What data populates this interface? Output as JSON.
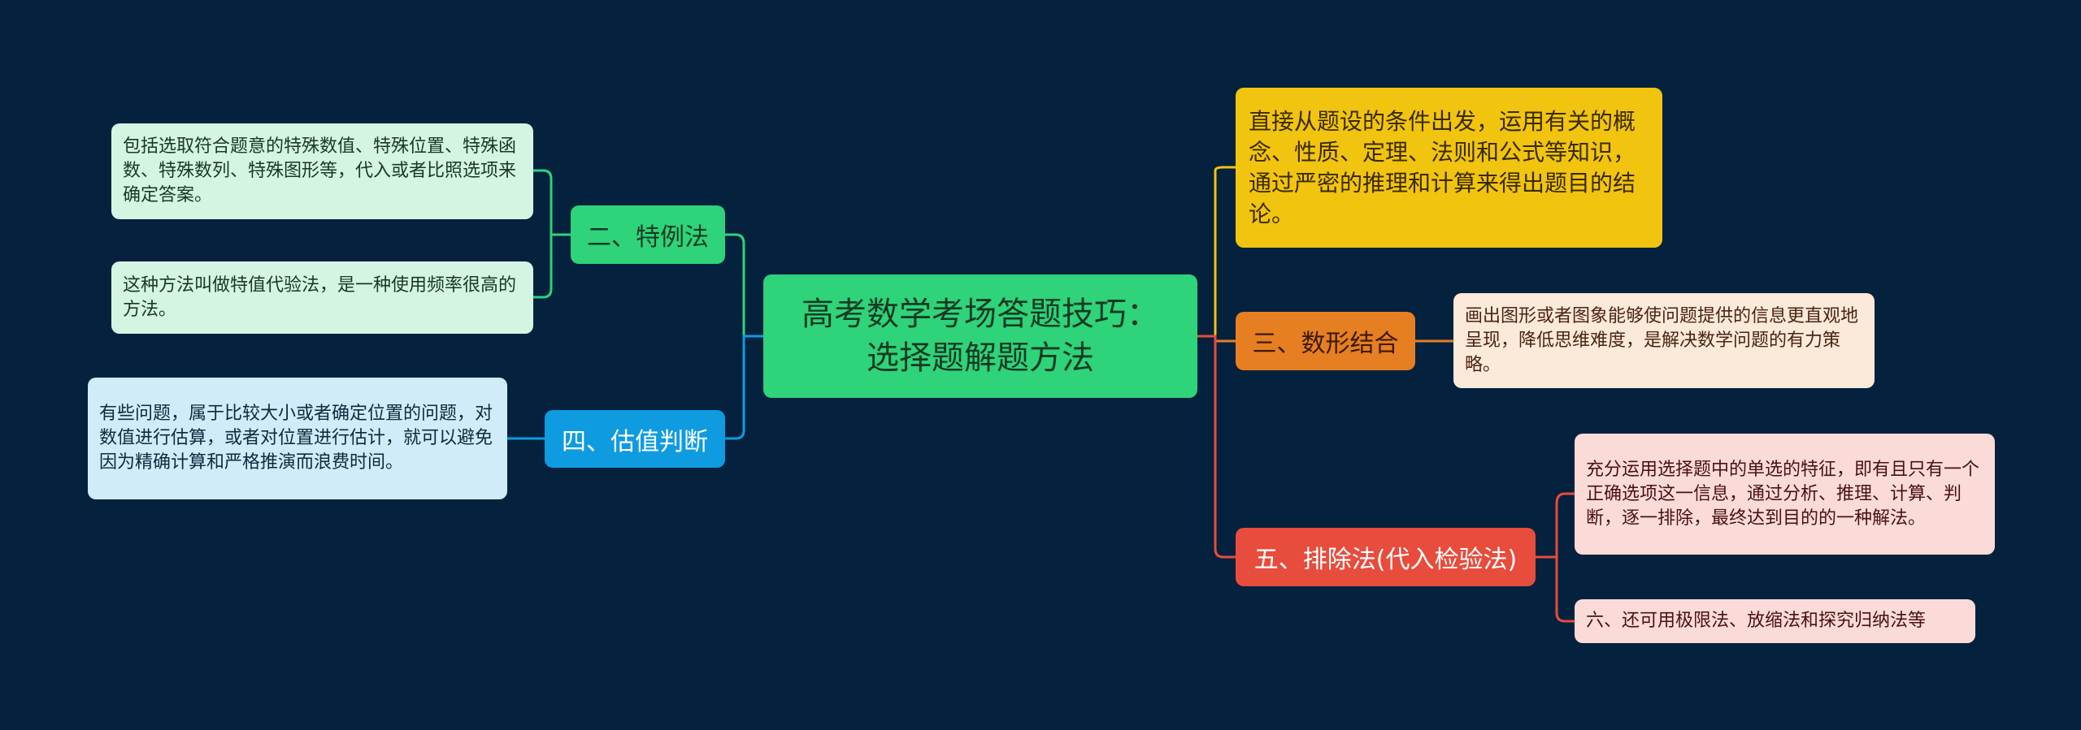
{
  "center": {
    "title": "高考数学考场答题技巧：选择题解题方法"
  },
  "branches": {
    "b1": {
      "label": "",
      "text": "直接从题设的条件出发，运用有关的概念、性质、定理、法则和公式等知识，通过严密的推理和计算来得出题目的结论。",
      "color": "#f1c40f"
    },
    "b2": {
      "label": "二、特例法",
      "desc1": "包括选取符合题意的特殊数值、特殊位置、特殊函数、特殊数列、特殊图形等，代入或者比照选项来确定答案。",
      "desc2": "这种方法叫做特值代验法，是一种使用频率很高的方法。",
      "color": "#2ed37a"
    },
    "b3": {
      "label": "三、数形结合",
      "desc": "画出图形或者图象能够使问题提供的信息更直观地呈现，降低思维难度，是解决数学问题的有力策略。",
      "color": "#e67e22"
    },
    "b4": {
      "label": "四、估值判断",
      "desc": "有些问题，属于比较大小或者确定位置的问题，对数值进行估算，或者对位置进行估计，就可以避免因为精确计算和严格推演而浪费时间。",
      "color": "#0f9be0"
    },
    "b5": {
      "label": "五、排除法(代入检验法)",
      "desc1": "充分运用选择题中的单选的特征，即有且只有一个正确选项这一信息，通过分析、推理、计算、判断，逐一排除，最终达到目的的一种解法。",
      "desc2": "六、还可用极限法、放缩法和探究归纳法等",
      "color": "#e74c3c"
    }
  }
}
